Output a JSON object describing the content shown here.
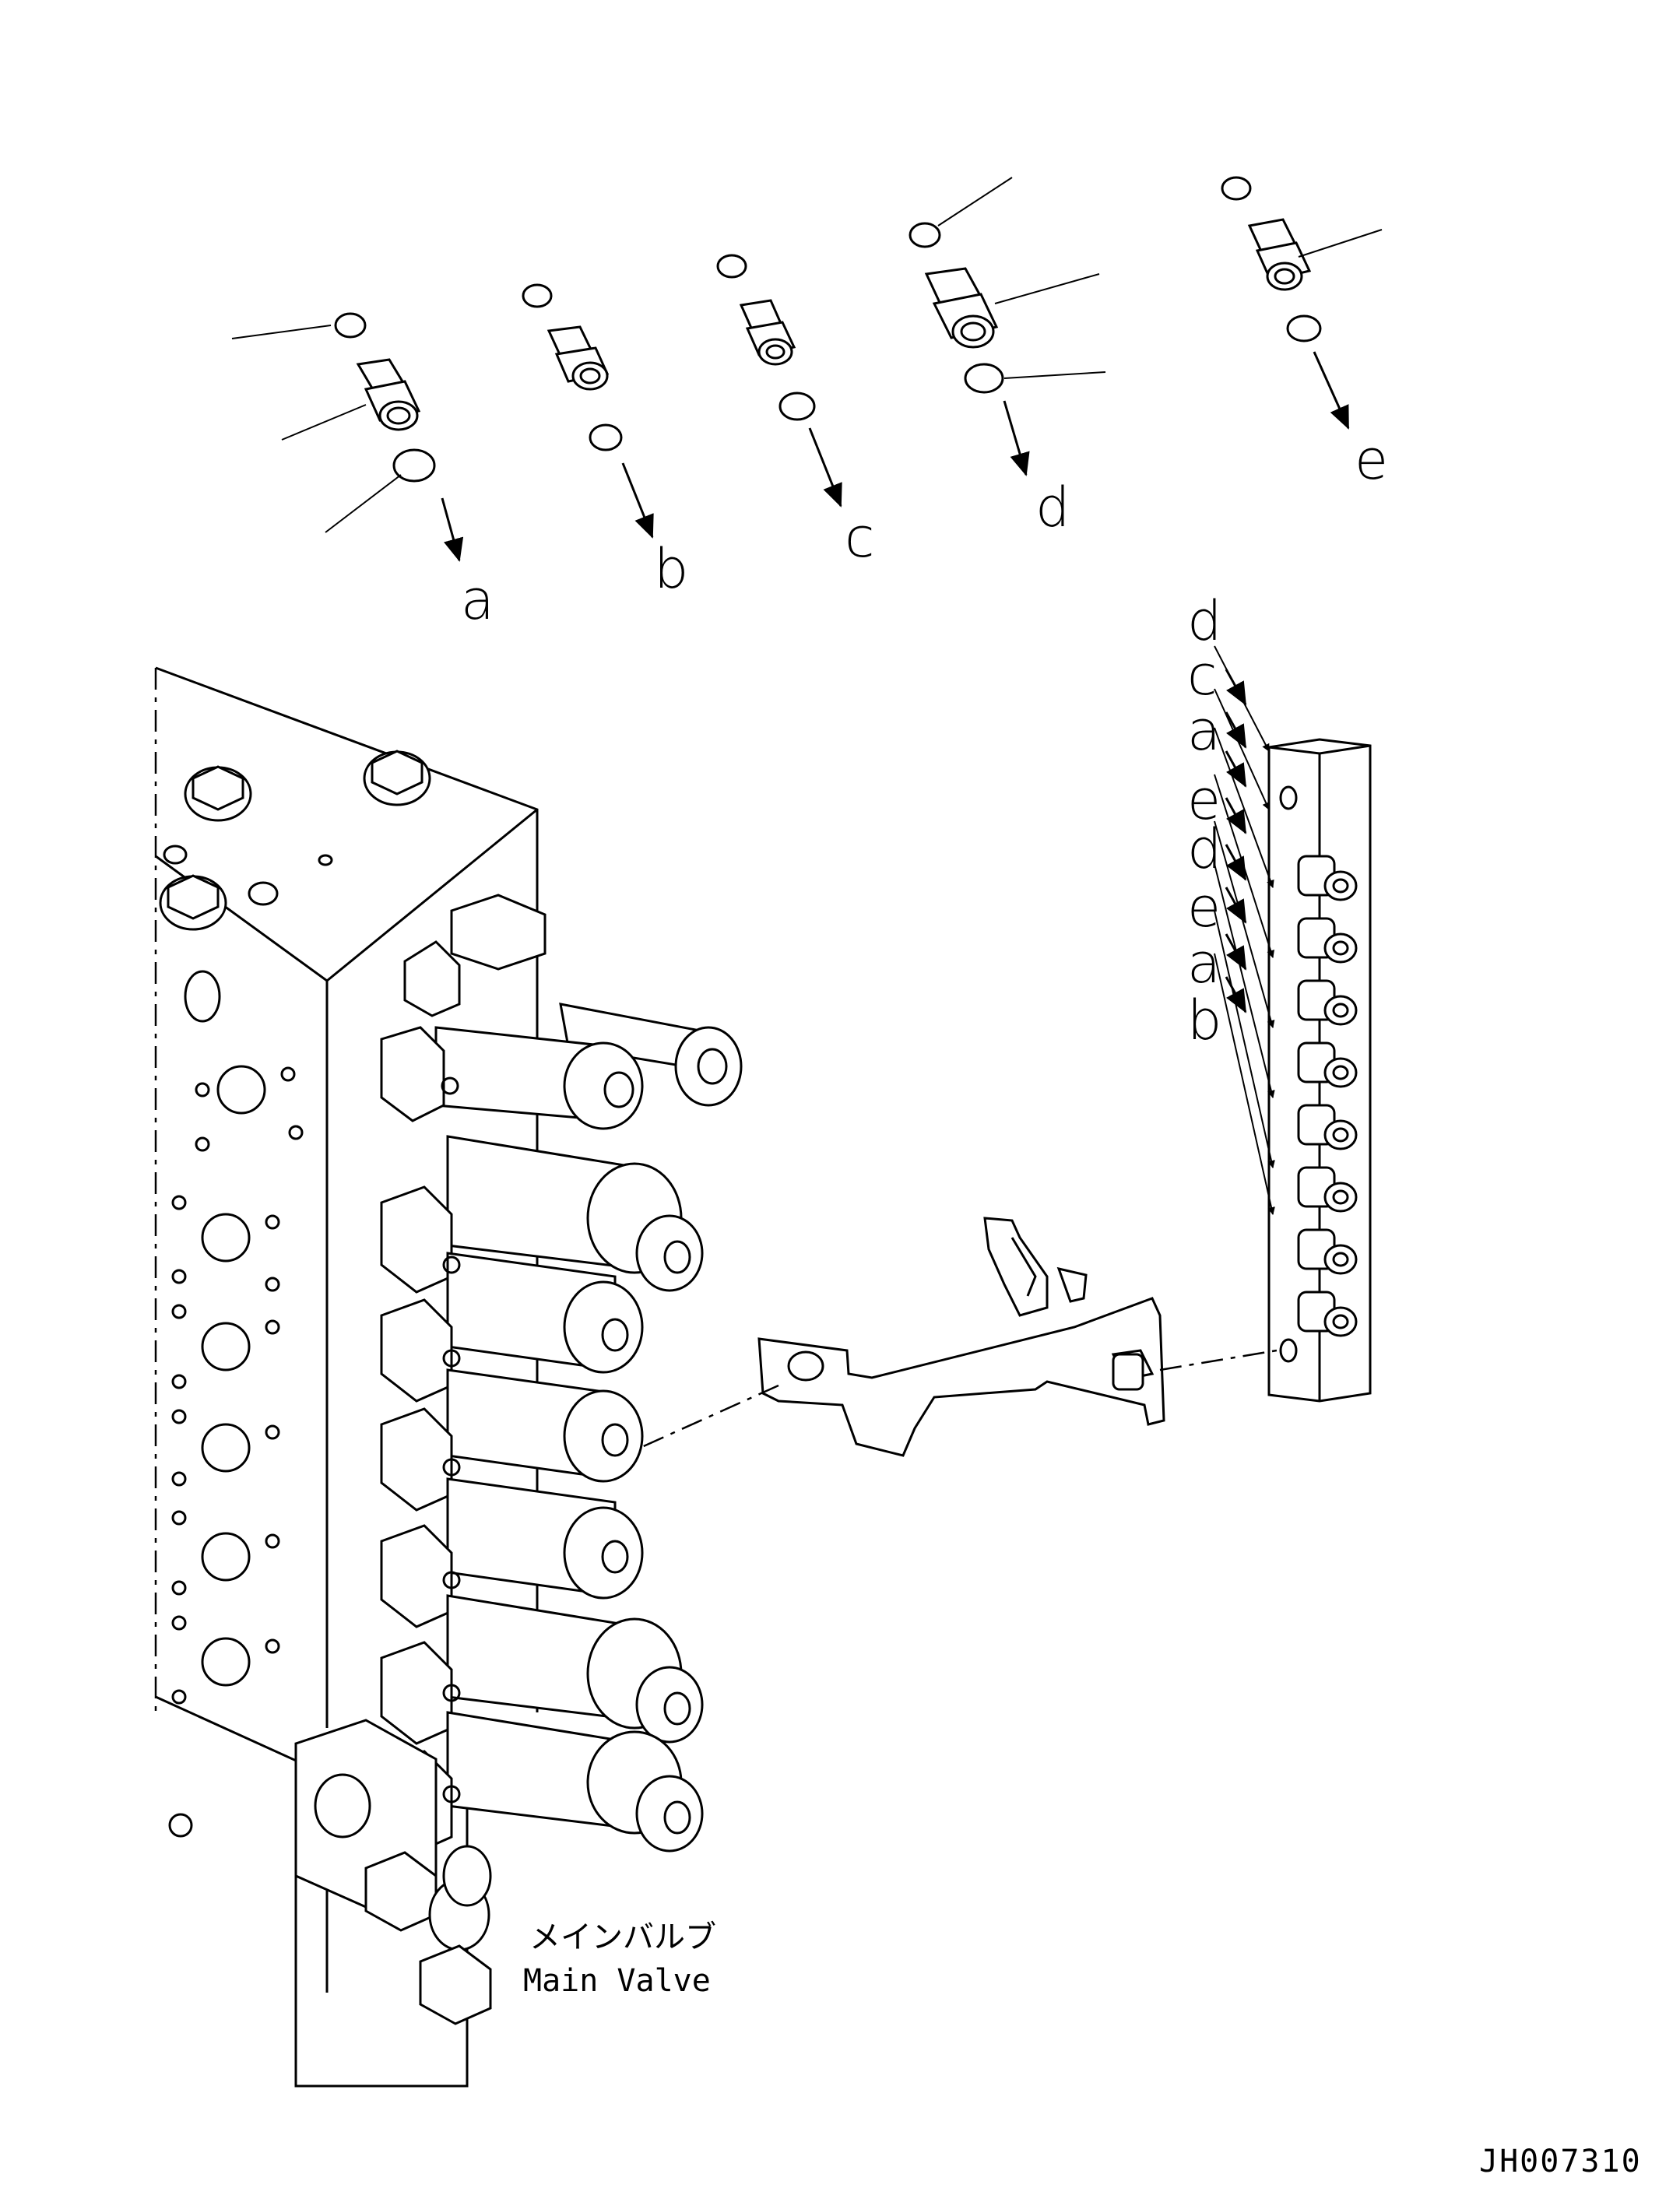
{
  "fitting_labels": [
    "a",
    "b",
    "c",
    "d",
    "e"
  ],
  "block_port_labels": [
    "d",
    "c",
    "a",
    "e",
    "d",
    "e",
    "a",
    "b"
  ],
  "main_valve": {
    "label_jp": "メインバルブ",
    "label_en": "Main Valve"
  },
  "drawing_code": "JH007310"
}
